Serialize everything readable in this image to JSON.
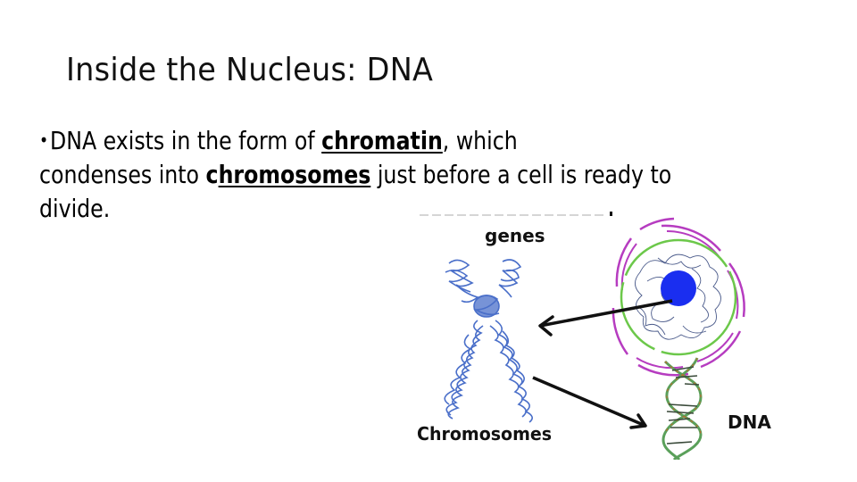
{
  "slide": {
    "title": "Inside the Nucleus: DNA",
    "bullet": {
      "symbol": "•",
      "line1_prefix": "DNA exists in the form of ",
      "line1_term": "chromatin",
      "line1_suffix": ", which",
      "line2_prefix": "condenses into ",
      "line2_term_first": "c",
      "line2_term_rest": "hromosomes",
      "line2_suffix": " just before a cell is ready to",
      "line3": "divide."
    }
  },
  "figure": {
    "labels": {
      "genes": "genes",
      "chromosomes": "Chromosomes",
      "dna": "DNA"
    },
    "colors": {
      "chromosome": "#4a6fc9",
      "nucleolus": "#1a2ef0",
      "chromatin": "#4a5a8a",
      "inner_membrane": "#6cc84a",
      "outer_membrane": "#b63cc0",
      "arrow": "#111111",
      "dna_green": "#5aa05a",
      "dna_orange": "#c8642a"
    }
  }
}
